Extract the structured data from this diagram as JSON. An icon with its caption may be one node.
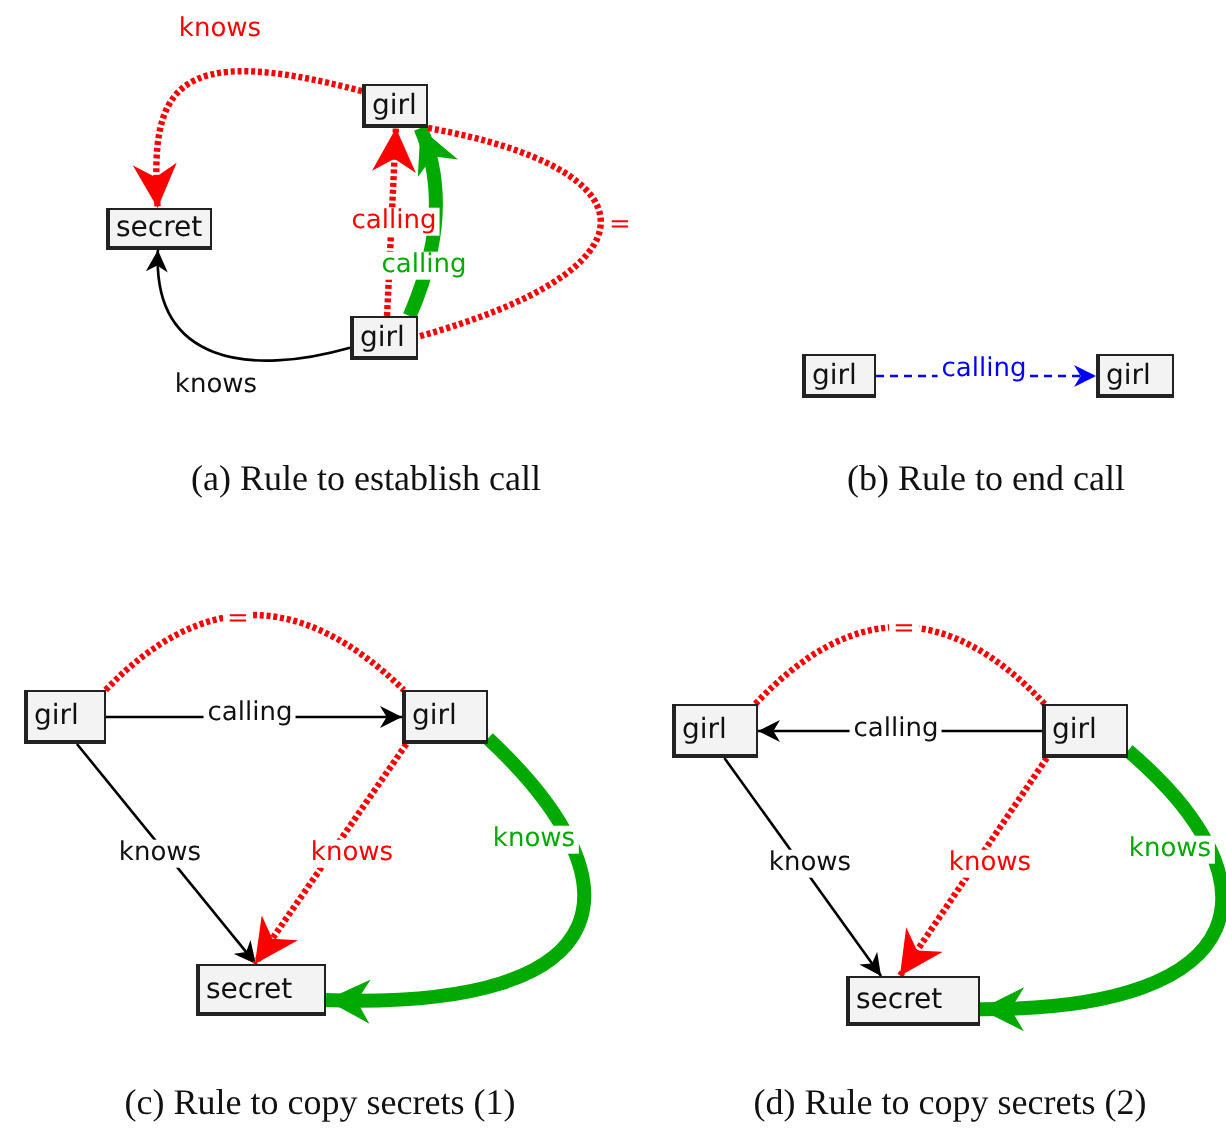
{
  "diagram": {
    "nodes": [
      {
        "text": [
          "secret"
        ]
      },
      {
        "text": [
          "girl"
        ]
      },
      {
        "text": [
          "girl"
        ]
      },
      {
        "text": [
          "girl"
        ]
      },
      {
        "text": [
          "girl"
        ]
      },
      {
        "text": [
          "girl"
        ]
      },
      {
        "text": [
          "girl"
        ]
      },
      {
        "text": [
          "secret"
        ]
      },
      {
        "text": [
          "girl"
        ]
      },
      {
        "text": [
          "girl"
        ]
      },
      {
        "text": [
          "secret"
        ]
      }
    ],
    "edges": [
      {
        "from": 1,
        "to": 0,
        "arrow": "to",
        "label": "knows",
        "style": "dashed",
        "color": "#ff0000"
      },
      {
        "from": 2,
        "to": 1,
        "arrow": "to",
        "label": "calling",
        "style": "dashed",
        "color": "#ff0000"
      },
      {
        "from": 2,
        "to": 1,
        "arrow": "to",
        "label": "calling",
        "style": "thick",
        "color": "#00aa00"
      },
      {
        "from": 1,
        "to": 2,
        "arrow": "none",
        "label": "=",
        "style": "dashed",
        "color": "#ff0000"
      },
      {
        "from": 2,
        "to": 0,
        "arrow": "to",
        "label": "knows",
        "color": "#000000"
      },
      {
        "from": 3,
        "to": 4,
        "arrow": "to",
        "label": "calling",
        "style": "dashed",
        "color": "#0000ff"
      },
      {
        "from": 5,
        "to": 6,
        "arrow": "to",
        "label": "calling",
        "color": "#000000"
      },
      {
        "from": 5,
        "to": 6,
        "arrow": "none",
        "label": "=",
        "style": "dashed",
        "color": "#ff0000"
      },
      {
        "from": 5,
        "to": 7,
        "arrow": "to",
        "label": "knows",
        "color": "#000000"
      },
      {
        "from": 6,
        "to": 7,
        "arrow": "to",
        "label": "knows",
        "style": "dashed",
        "color": "#ff0000"
      },
      {
        "from": 6,
        "to": 7,
        "arrow": "to",
        "label": "knows",
        "style": "thick",
        "color": "#00aa00"
      },
      {
        "from": 9,
        "to": 8,
        "arrow": "to",
        "label": "calling",
        "color": "#000000"
      },
      {
        "from": 8,
        "to": 9,
        "arrow": "none",
        "label": "=",
        "style": "dashed",
        "color": "#ff0000"
      },
      {
        "from": 8,
        "to": 10,
        "arrow": "to",
        "label": "knows",
        "color": "#000000"
      },
      {
        "from": 9,
        "to": 10,
        "arrow": "to",
        "label": "knows",
        "style": "dashed",
        "color": "#ff0000"
      },
      {
        "from": 9,
        "to": 10,
        "arrow": "to",
        "label": "knows",
        "style": "thick",
        "color": "#00aa00"
      }
    ],
    "labels": [
      "(a) Rule to establish call",
      "(b) Rule to end call",
      "(c) Rule to copy secrets (1)",
      "(d) Rule to copy secrets (2)"
    ]
  }
}
